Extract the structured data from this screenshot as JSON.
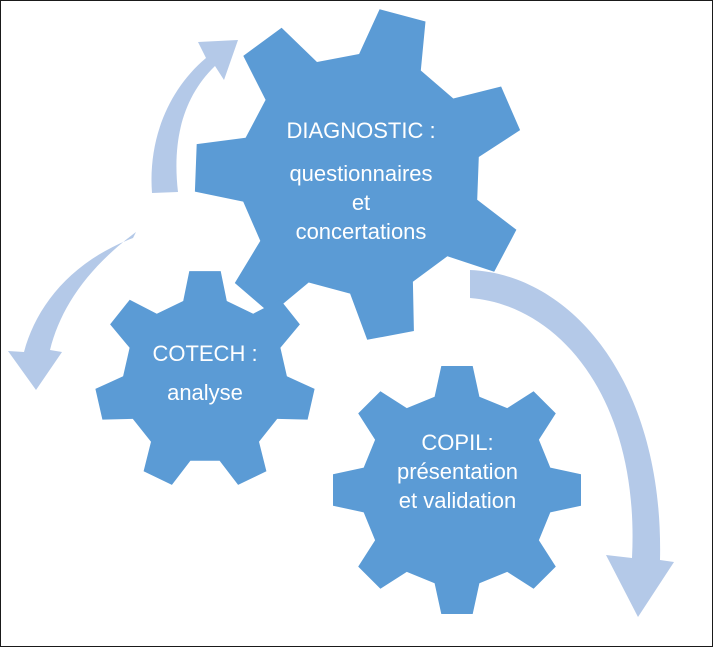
{
  "colors": {
    "gear_fill": "#5b9bd5",
    "arrow_fill": "#b4c9e8",
    "text": "#ffffff",
    "border": "#1a1a1a"
  },
  "gears": {
    "diagnostic": {
      "title": "DIAGNOSTIC :",
      "lines": [
        "questionnaires",
        "et",
        "concertations"
      ]
    },
    "cotech": {
      "title": "COTECH :",
      "lines": [
        "analyse"
      ]
    },
    "copil": {
      "title": "COPIL:",
      "lines": [
        "présentation",
        "et validation"
      ]
    }
  },
  "arrows": [
    {
      "name": "diagnostic-to-copil",
      "direction": "clockwise"
    },
    {
      "name": "cotech-to-diagnostic",
      "direction": "clockwise"
    },
    {
      "name": "diagnostic-to-cotech",
      "direction": "counter-clockwise"
    }
  ]
}
